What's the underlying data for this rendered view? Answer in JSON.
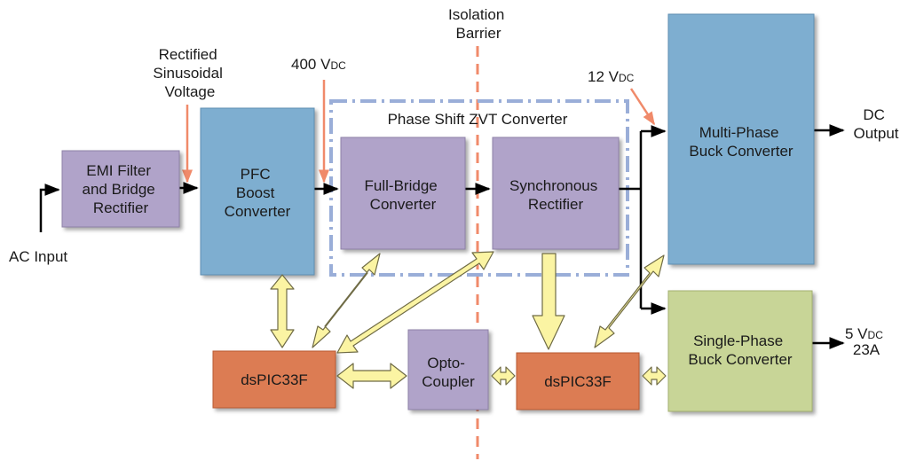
{
  "labels": {
    "isolation_1": "Isolation",
    "isolation_2": "Barrier",
    "rectified_1": "Rectified",
    "rectified_2": "Sinusoidal",
    "rectified_3": "Voltage",
    "v400_num": "400 V",
    "v400_sub": "DC",
    "v12_num": "12 V",
    "v12_sub": "DC",
    "phase_shift": "Phase Shift ZVT Converter",
    "dc_out_1": "DC",
    "dc_out_2": "Output",
    "ac_input": "AC Input",
    "v5_num": "5 V",
    "v5_sub": "DC",
    "v5_current": "23A"
  },
  "blocks": {
    "emi": [
      "EMI Filter",
      "and Bridge",
      "Rectifier"
    ],
    "pfc": [
      "PFC",
      "Boost",
      "Converter"
    ],
    "full_bridge": [
      "Full-Bridge",
      "Converter"
    ],
    "sync_rect": [
      "Synchronous",
      "Rectifier"
    ],
    "multi_phase": [
      "Multi-Phase",
      "Buck Converter"
    ],
    "single_phase": [
      "Single-Phase",
      "Buck Converter"
    ],
    "dspic_left": "dsPIC33F",
    "opto": [
      "Opto-",
      "Coupler"
    ],
    "dspic_right": "dsPIC33F"
  },
  "colors": {
    "purple_block": "#b0a3c9",
    "blue_block": "#7eaed0",
    "orange_block": "#dc7b52",
    "green_block": "#c8d597",
    "yellow_arrow": "#fbf4a3",
    "salmon_arrow": "#f08a6a",
    "dashed_box": "#9aaed8",
    "isolation_line": "#f08a6a"
  }
}
